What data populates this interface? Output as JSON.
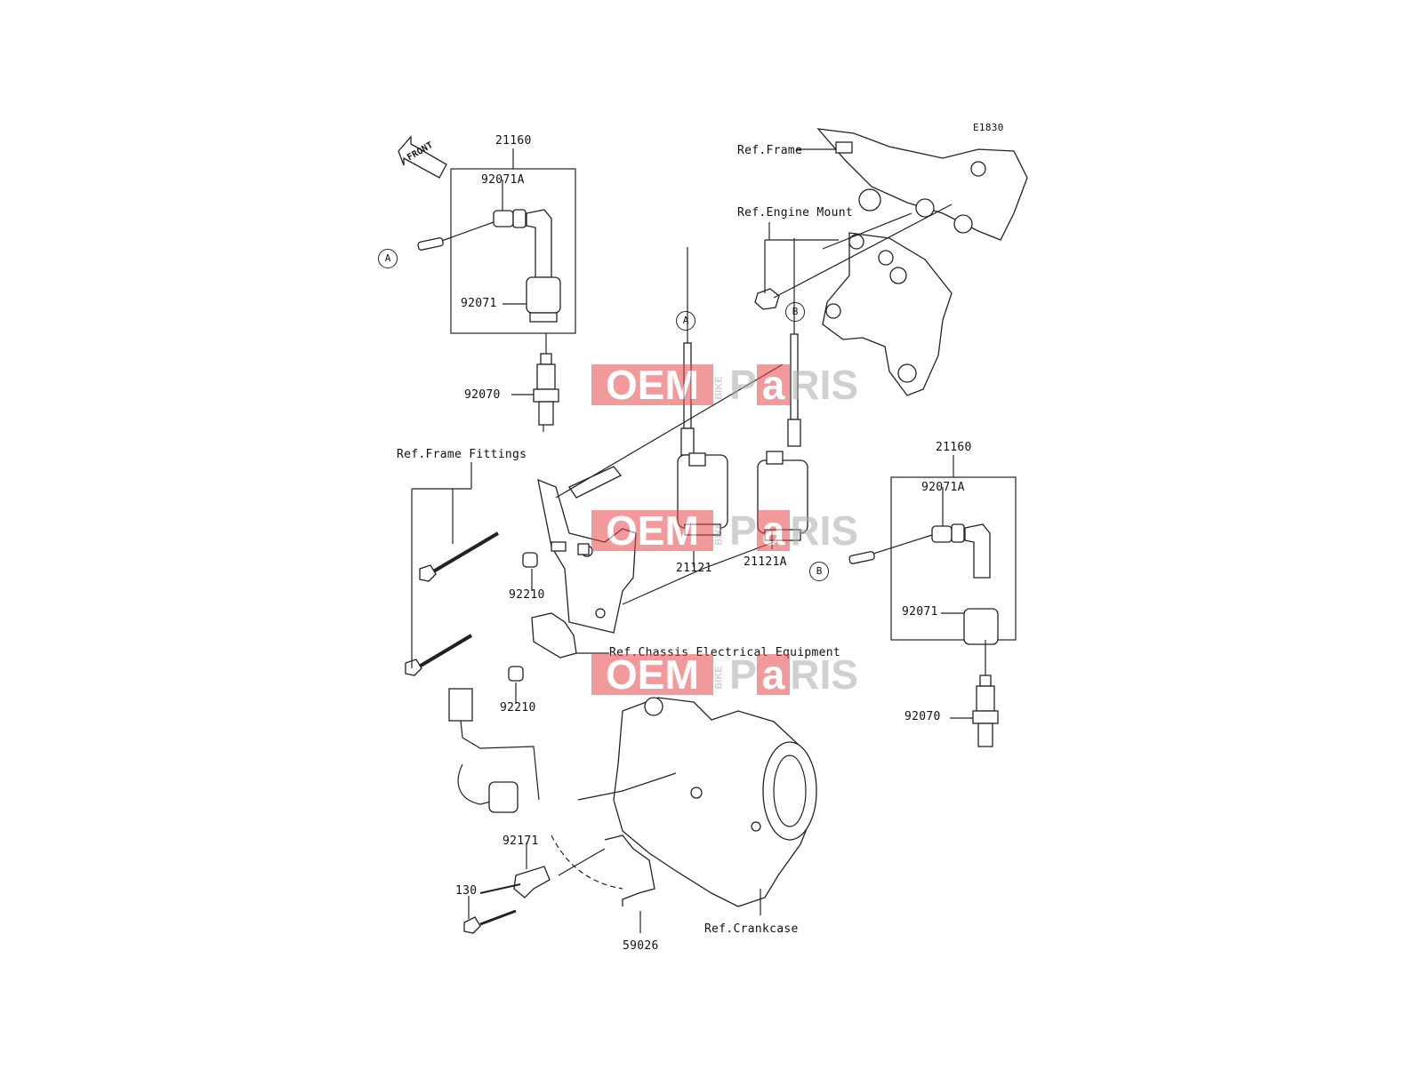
{
  "diagram_code": "E1830",
  "front_marker": "FRONT",
  "callouts": {
    "a": "A",
    "b": "B"
  },
  "labels": {
    "coil_set_left": "21160",
    "cap_a_left": "92071A",
    "cap_left": "92071",
    "plug_left": "92070",
    "coil_set_right": "21160",
    "cap_a_right": "92071A",
    "cap_right": "92071",
    "plug_right": "92070",
    "coil_1": "21121",
    "coil_2": "21121A",
    "nut_upper": "92210",
    "nut_lower": "92210",
    "clamp": "92171",
    "bolt": "130",
    "harness": "59026",
    "ref_frame": "Ref.Frame",
    "ref_engine_mount": "Ref.Engine Mount",
    "ref_frame_fittings": "Ref.Frame Fittings",
    "ref_chassis": "Ref.Chassis Electrical Equipment",
    "ref_crankcase": "Ref.Crankcase"
  },
  "watermark": {
    "oem": "OEM",
    "bike": "BIKE",
    "pa": "P",
    "a": "a",
    "ris": "RIS"
  }
}
